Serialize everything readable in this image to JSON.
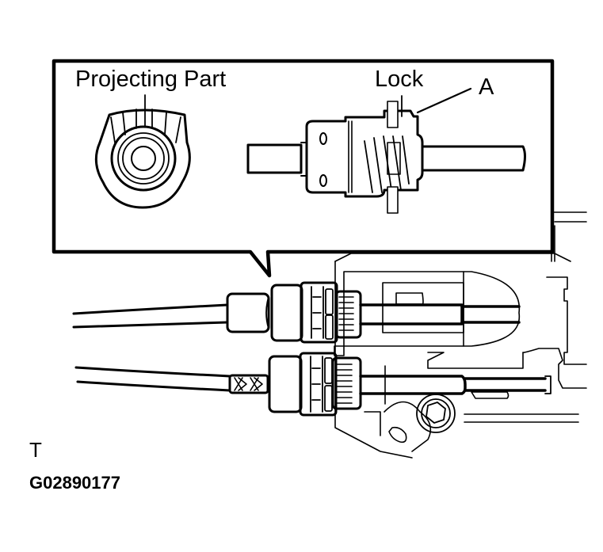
{
  "diagram": {
    "callout_labels": {
      "projecting_part": "Projecting Part",
      "lock": "Lock",
      "part_a": "A"
    },
    "view_marker": "T",
    "figure_id": "G02890177",
    "colors": {
      "line": "#000000",
      "background": "#ffffff"
    }
  }
}
